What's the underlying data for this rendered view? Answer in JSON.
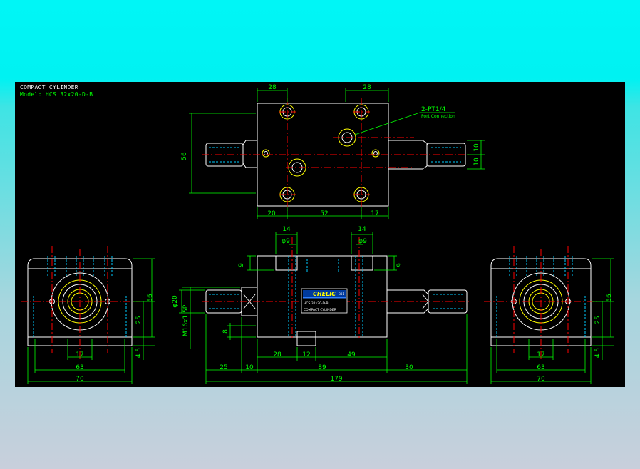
{
  "info": {
    "title": "COMPACT CYLINDER",
    "model": "Model: HCS 32x20-D-B"
  },
  "colors": {
    "screen_top": "#00f6f6",
    "screen_bottom": "#c8cfdc",
    "cad_background": "#000000",
    "outline": "#ffffff",
    "hidden": "#00ccff",
    "center": "#ff0000",
    "dimension": "#00ff00",
    "accent_outline": "#ffff00",
    "label_plate": "#003a9e"
  },
  "top_view": {
    "dims": {
      "top_left": "28",
      "top_right": "28",
      "left_height": "56",
      "bottom_left": "20",
      "bottom_mid": "52",
      "bottom_right": "17",
      "right_upper": "10",
      "right_lower": "10"
    },
    "port_note": "2-PT1/4",
    "port_sub": "Port Connection"
  },
  "front_view": {
    "dims": {
      "top_left": "14",
      "top_right": "14",
      "phi_left": "φ9",
      "phi_right": "φ9",
      "left_depth": "9",
      "right_depth": "9",
      "rod_dia": "φ20",
      "thread": "M16x1.5P",
      "slot": "8",
      "seg_a": "28",
      "seg_b": "12",
      "seg_c": "49",
      "seg_d": "25",
      "seg_e": "10",
      "seg_f": "89",
      "seg_g": "30",
      "total": "179"
    },
    "label_plate": {
      "brand": "CHELIC",
      "corner": "331",
      "line1": "HCS 32x20-D-B",
      "line2": "COMPACT CYLINDER"
    }
  },
  "side_left": {
    "dims": {
      "height": "56",
      "center": "25",
      "base": "4.5",
      "bore": "17",
      "bolt": "63",
      "width": "70"
    }
  },
  "side_right": {
    "dims": {
      "height": "56",
      "center": "25",
      "base": "4.5",
      "bore": "17",
      "bolt": "63",
      "width": "70"
    }
  }
}
